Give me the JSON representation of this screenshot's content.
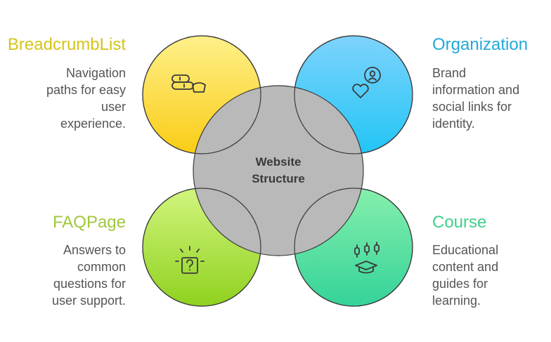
{
  "center": {
    "line1": "Website",
    "line2": "Structure"
  },
  "sections": {
    "breadcrumb": {
      "title": "BreadcrumbList",
      "description": [
        "Navigation",
        "paths for easy",
        "user",
        "experience."
      ],
      "color": "#fde047",
      "title_color": "#d4c41a",
      "icon": "bread-icon"
    },
    "organization": {
      "title": "Organization",
      "description": [
        "Brand",
        "information and",
        "social links for",
        "identity."
      ],
      "color": "#38bdf8",
      "title_color": "#22a9d8",
      "icon": "heart-badge-icon"
    },
    "faq": {
      "title": "FAQPage",
      "description": [
        "Answers to",
        "common",
        "questions for",
        "user support."
      ],
      "color": "#a3e635",
      "title_color": "#a0c83c",
      "icon": "question-box-icon"
    },
    "course": {
      "title": "Course",
      "description": [
        "Educational",
        "content and",
        "guides for",
        "learning."
      ],
      "color": "#4ade80",
      "title_color": "#40d08a",
      "icon": "graduation-cap-icon"
    }
  },
  "center_color": "#b9b9b9"
}
